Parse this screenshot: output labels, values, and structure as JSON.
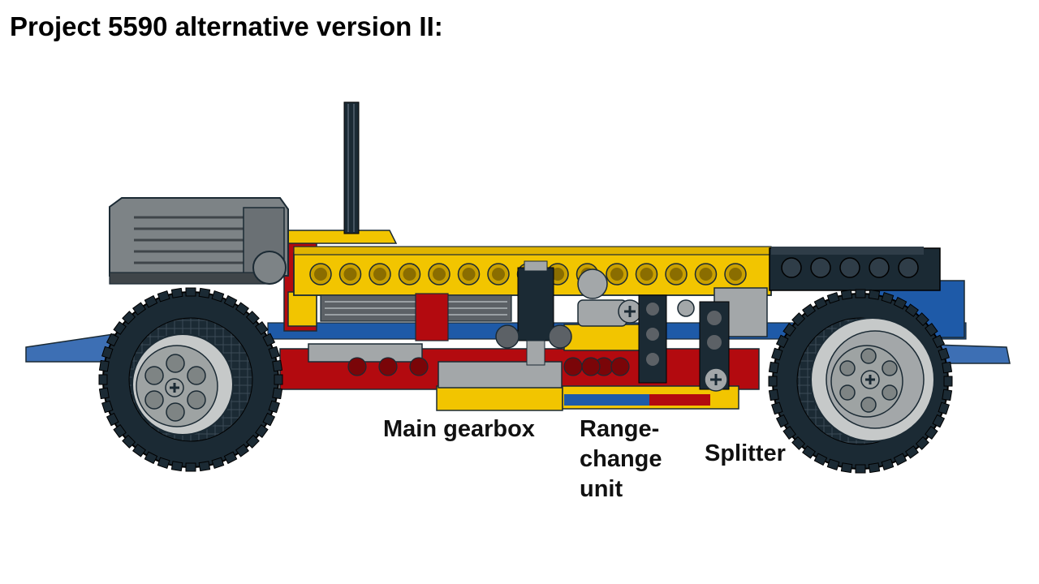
{
  "title": "Project 5590 alternative version II:",
  "labels": {
    "main_gearbox": "Main gearbox",
    "range_change": "Range-\nchange\nunit",
    "splitter": "Splitter"
  },
  "colors": {
    "yellow": "#f2c500",
    "red": "#b30a0f",
    "blue": "#1e5aa8",
    "dark_grey": "#5c6166",
    "light_grey": "#a3a7a9",
    "black": "#1b2a34",
    "tire": "#1b2a34",
    "hub": "#9ea3a3"
  }
}
